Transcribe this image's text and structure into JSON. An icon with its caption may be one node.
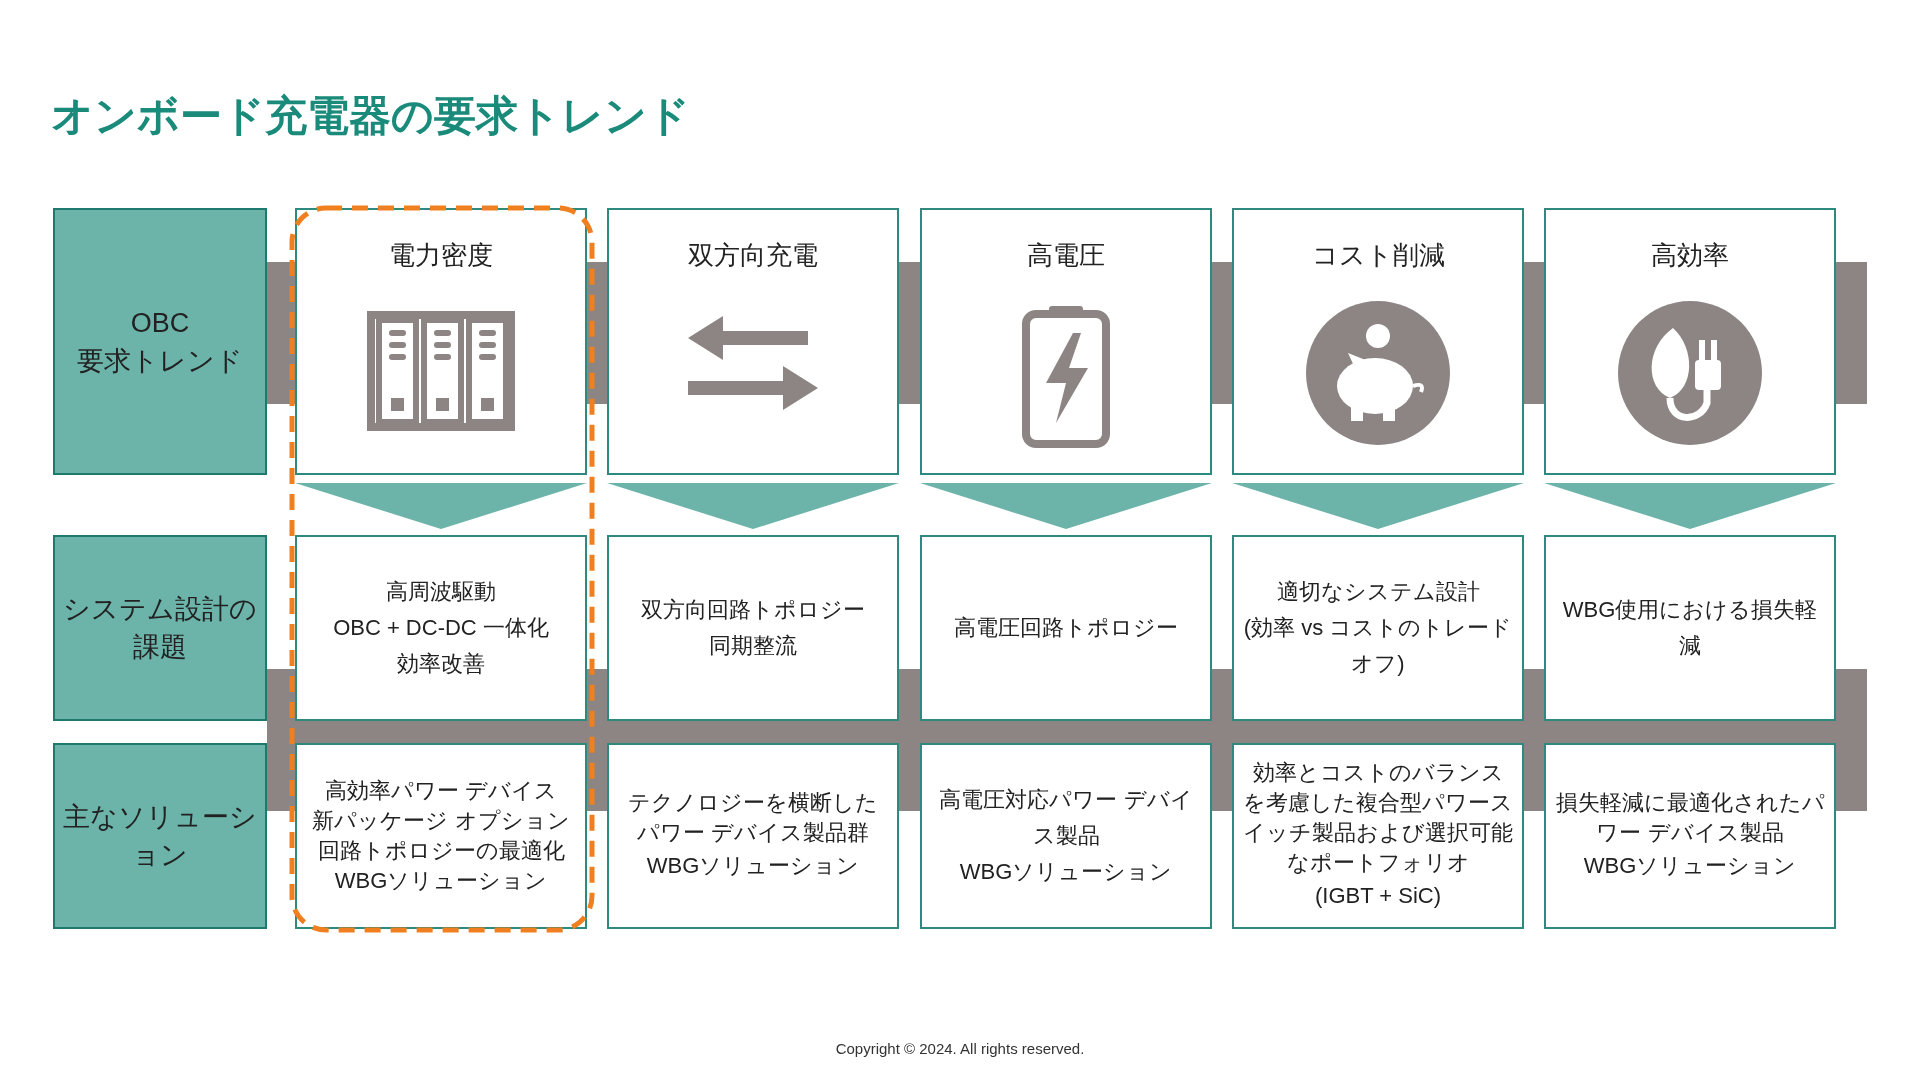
{
  "diagram": {
    "title": "オンボード充電器の要求トレンド",
    "nodes": [
      {
        "text": [
          "OBC",
          "要求トレンド"
        ]
      },
      {
        "text": [
          "システム設計の課題"
        ]
      },
      {
        "text": [
          "主なソリューション"
        ]
      },
      {
        "text": [
          "電力密度"
        ]
      },
      {
        "text": [
          "双方向充電"
        ]
      },
      {
        "text": [
          "高電圧"
        ]
      },
      {
        "text": [
          "コスト削減"
        ]
      },
      {
        "text": [
          "高効率"
        ]
      },
      {
        "text": [
          "高周波駆動",
          "OBC + DC-DC 一体化",
          "効率改善"
        ]
      },
      {
        "text": [
          "双方向回路トポロジー",
          "同期整流"
        ]
      },
      {
        "text": [
          "高電圧回路トポロジー"
        ]
      },
      {
        "text": [
          "適切なシステム設計",
          "(効率 vs コストのトレードオフ)"
        ]
      },
      {
        "text": [
          "WBG使用における損失軽減"
        ]
      },
      {
        "text": [
          "高効率パワー デバイス",
          "新パッケージ オプション",
          "回路トポロジーの最適化",
          "WBGソリューション"
        ]
      },
      {
        "text": [
          "テクノロジーを横断したパワー デバイス製品群",
          "WBGソリューション"
        ]
      },
      {
        "text": [
          "高電圧対応パワー デバイス製品",
          "WBGソリューション"
        ]
      },
      {
        "text": [
          "効率とコストのバランスを考慮した複合型パワースイッチ製品および選択可能なポートフォリオ",
          "(IGBT + SiC)"
        ]
      },
      {
        "text": [
          "損失軽減に最適化されたパワー デバイス製品",
          "WBGソリューション"
        ]
      }
    ],
    "edges": [
      {
        "from": 3,
        "to": 8,
        "arrow": "to"
      },
      {
        "from": 4,
        "to": 9,
        "arrow": "to"
      },
      {
        "from": 5,
        "to": 10,
        "arrow": "to"
      },
      {
        "from": 6,
        "to": 11,
        "arrow": "to"
      },
      {
        "from": 7,
        "to": 12,
        "arrow": "to"
      }
    ],
    "labels": [
      "Copyright © 2024. All rights reserved."
    ]
  }
}
